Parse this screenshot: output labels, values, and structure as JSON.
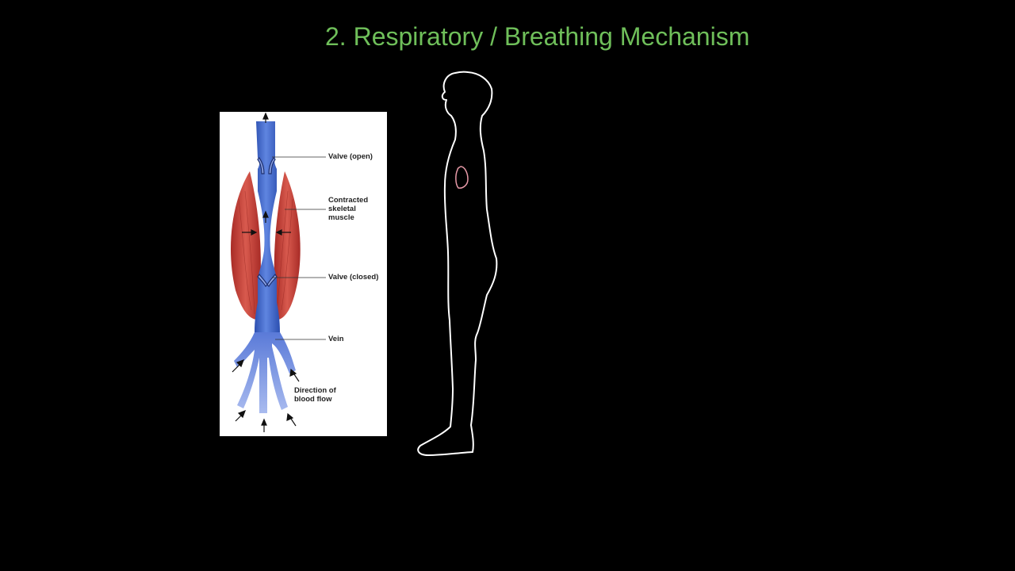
{
  "slide": {
    "title": "2. Respiratory / Breathing Mechanism"
  },
  "diagram": {
    "labels": {
      "valve_open": "Valve (open)",
      "contracted_muscle": "Contracted\nskeletal\nmuscle",
      "valve_closed": "Valve (closed)",
      "vein": "Vein",
      "direction": "Direction of\nblood flow"
    }
  },
  "colors": {
    "title": "#6fbf5a",
    "vein": "#3d63c8",
    "vein_light": "#8fa6e8",
    "muscle": "#c8413a",
    "outline": "#ffffff",
    "heart_sketch": "#e89aa8"
  },
  "icons": {
    "human_figure": "human-silhouette-icon",
    "heart": "heart-sketch-icon",
    "arrow": "arrow-icon"
  }
}
